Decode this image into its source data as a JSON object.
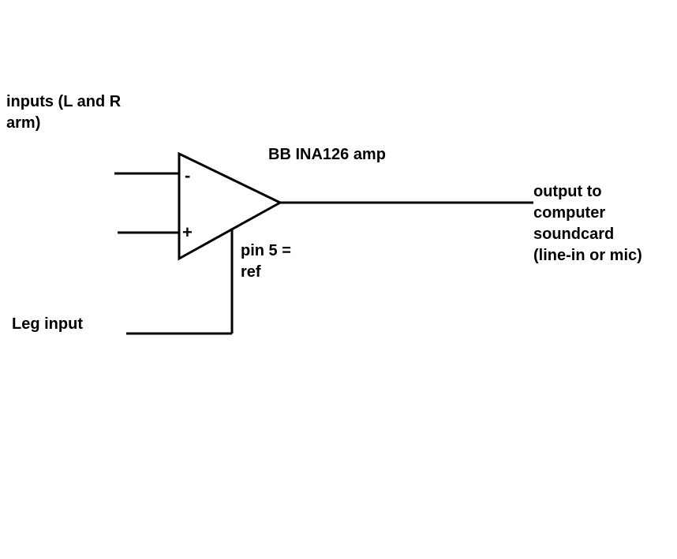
{
  "labels": {
    "inputs": "inputs (L and R\narm)",
    "amp_name": "BB INA126 amp",
    "output": "output to\ncomputer\nsoundcard\n(line-in or mic)",
    "pin5": "pin 5 =\nref",
    "leg_input": "Leg input"
  },
  "symbols": {
    "inverting": "-",
    "non_inverting": "+"
  },
  "colors": {
    "background": "#ffffff",
    "ink": "#000000"
  }
}
